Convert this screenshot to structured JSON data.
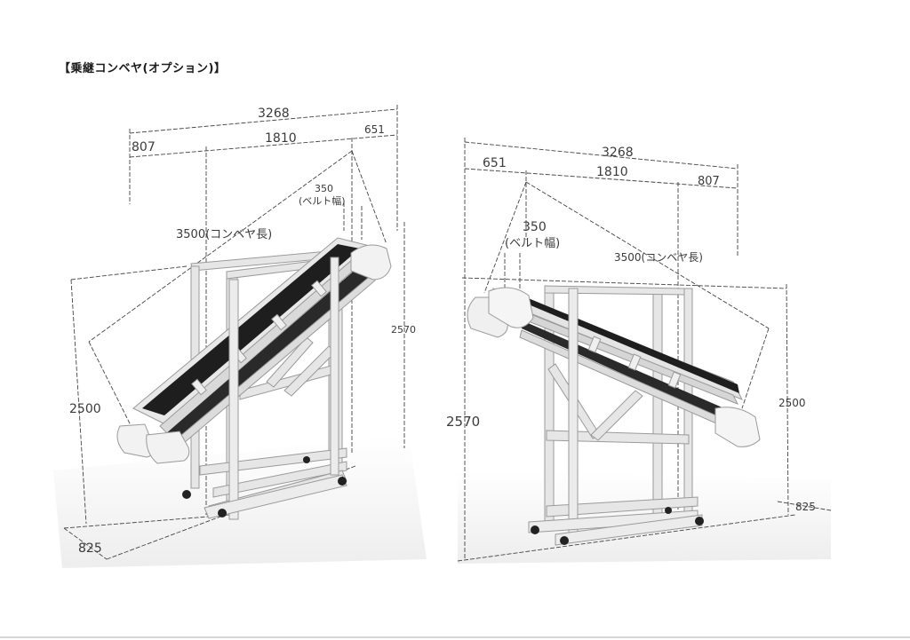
{
  "document": {
    "title": "【乗継コンベヤ(オプション)】"
  },
  "left_drawing": {
    "view": "left-isometric",
    "dimensions": {
      "overall_length": "3268",
      "left_overhang": "807",
      "frame_span": "1810",
      "right_overhang": "651",
      "belt_width": "350",
      "belt_width_label": "(ベルト幅)",
      "conveyor_length": "3500(コンベヤ長)",
      "low_height": "2500",
      "high_height": "2570",
      "depth": "825"
    }
  },
  "right_drawing": {
    "view": "right-isometric",
    "dimensions": {
      "overall_length": "3268",
      "left_overhang": "651",
      "frame_span": "1810",
      "right_overhang": "807",
      "belt_width": "350",
      "belt_width_label": "(ベルト幅)",
      "conveyor_length": "3500(コンベヤ長)",
      "low_height": "2500",
      "high_height": "2570",
      "depth": "825"
    }
  },
  "colors": {
    "frame": "#e4e4e4",
    "frame_edge": "#9a9a9a",
    "belt": "#1e1e1e",
    "dim_line": "#444444",
    "floor_shadow": "#ececec"
  }
}
